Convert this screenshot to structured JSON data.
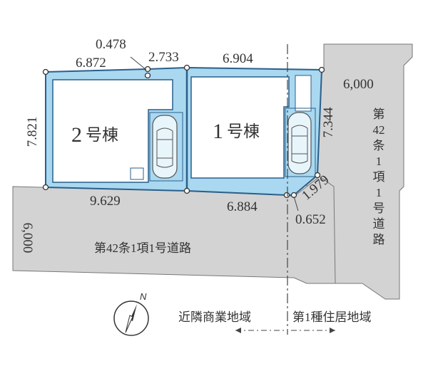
{
  "buildings": {
    "b2": {
      "number": "2",
      "label": "号棟"
    },
    "b1": {
      "number": "1",
      "label": "号棟"
    }
  },
  "dimensions": {
    "top_left_small": "0.478",
    "top_left": "6.872",
    "top_mid": "2.733",
    "top_right": "6.904",
    "left_side": "7.821",
    "right_side": "7.344",
    "bottom_left": "9.629",
    "bottom_right": "6.884",
    "corner_diag": "1.979",
    "corner_small": "0.652",
    "road_width_south": "6,000",
    "road_width_east": "6,000"
  },
  "roads": {
    "south": "第42条1項1号道路",
    "east_chars": [
      "第",
      "42",
      "条",
      "1",
      "項",
      "1",
      "号",
      "道",
      "路"
    ]
  },
  "zones": {
    "west": "近隣商業地域",
    "east": "第1種住居地域"
  },
  "compass": {
    "north_label": "N"
  },
  "colors": {
    "lot_fill": "#a9d8f0",
    "lot_stroke": "#2a5f8a",
    "road_fill": "#d3d3d3",
    "building_fill": "#ffffff"
  }
}
